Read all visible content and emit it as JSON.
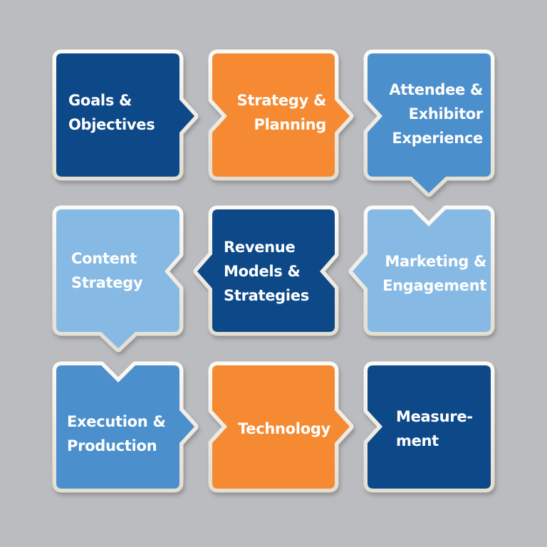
{
  "diagram": {
    "background": "#bbbcbf",
    "border_color": "#f1eee6",
    "colors": {
      "dark_blue": "#0c4a89",
      "orange": "#f58a33",
      "mid_blue": "#4b8fcc",
      "light_blue": "#86bae4"
    },
    "flow": "serpentine: row 1 left-to-right, down, row 2 right-to-left, down, row 3 left-to-right",
    "tiles": [
      {
        "id": 1,
        "lines": [
          "Goals &",
          "Objectives"
        ],
        "color": "#0c4a89",
        "connector_out": "right"
      },
      {
        "id": 2,
        "lines": [
          "Strategy &",
          "Planning"
        ],
        "color": "#f58a33",
        "connector_in": "left",
        "connector_out": "right"
      },
      {
        "id": 3,
        "lines": [
          "Attendee &",
          "Exhibitor",
          "Experience"
        ],
        "color": "#4b8fcc",
        "connector_in": "left",
        "connector_out": "down"
      },
      {
        "id": 4,
        "lines": [
          "Marketing &",
          "Engagement"
        ],
        "color": "#86bae4",
        "connector_in": "top",
        "connector_out": "left"
      },
      {
        "id": 5,
        "lines": [
          "Revenue",
          "Models &",
          "Strategies"
        ],
        "color": "#0c4a89",
        "connector_in": "right",
        "connector_out": "left"
      },
      {
        "id": 6,
        "lines": [
          "Content",
          "Strategy"
        ],
        "color": "#86bae4",
        "connector_in": "right",
        "connector_out": "down"
      },
      {
        "id": 7,
        "lines": [
          "Execution &",
          "Production"
        ],
        "color": "#4b8fcc",
        "connector_in": "top",
        "connector_out": "right"
      },
      {
        "id": 8,
        "lines": [
          "Technology"
        ],
        "color": "#f58a33",
        "connector_in": "left",
        "connector_out": "right"
      },
      {
        "id": 9,
        "lines": [
          "Measure-",
          "ment"
        ],
        "color": "#0c4a89",
        "connector_in": "left"
      }
    ]
  }
}
